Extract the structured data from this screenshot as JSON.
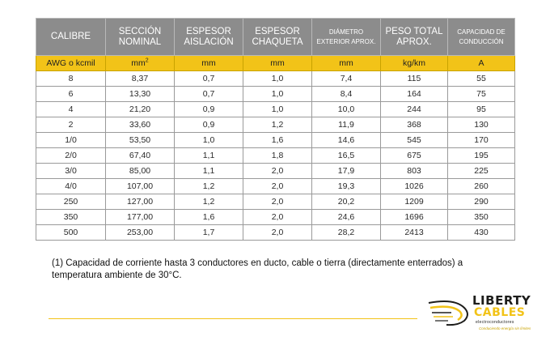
{
  "table": {
    "headers": [
      {
        "label": "CALIBRE",
        "small": false
      },
      {
        "label": "SECCIÓN\nNOMINAL",
        "small": false
      },
      {
        "label": "ESPESOR\nAISLACIÓN",
        "small": false
      },
      {
        "label": "ESPESOR\nCHAQUETA",
        "small": false
      },
      {
        "label": "DIÁMETRO\nEXTERIOR APROX.",
        "small": true
      },
      {
        "label": "PESO TOTAL\nAPROX.",
        "small": false
      },
      {
        "label": "CAPACIDAD DE\nCONDUCCIÓN",
        "small": true
      }
    ],
    "units": {
      "calibre": "AWG o kcmil",
      "seccion_base": "mm",
      "seccion_exp": "2",
      "aislacion": "mm",
      "chaqueta": "mm",
      "diametro": "mm",
      "peso": "kg/km",
      "capacidad": "A"
    },
    "rows": [
      [
        "8",
        "8,37",
        "0,7",
        "1,0",
        "7,4",
        "115",
        "55"
      ],
      [
        "6",
        "13,30",
        "0,7",
        "1,0",
        "8,4",
        "164",
        "75"
      ],
      [
        "4",
        "21,20",
        "0,9",
        "1,0",
        "10,0",
        "244",
        "95"
      ],
      [
        "2",
        "33,60",
        "0,9",
        "1,2",
        "11,9",
        "368",
        "130"
      ],
      [
        "1/0",
        "53,50",
        "1,0",
        "1,6",
        "14,6",
        "545",
        "170"
      ],
      [
        "2/0",
        "67,40",
        "1,1",
        "1,8",
        "16,5",
        "675",
        "195"
      ],
      [
        "3/0",
        "85,00",
        "1,1",
        "2,0",
        "17,9",
        "803",
        "225"
      ],
      [
        "4/0",
        "107,00",
        "1,2",
        "2,0",
        "19,3",
        "1026",
        "260"
      ],
      [
        "250",
        "127,00",
        "1,2",
        "2,0",
        "20,2",
        "1209",
        "290"
      ],
      [
        "350",
        "177,00",
        "1,6",
        "2,0",
        "24,6",
        "1696",
        "350"
      ],
      [
        "500",
        "253,00",
        "1,7",
        "2,0",
        "28,2",
        "2413",
        "430"
      ]
    ]
  },
  "footnote": "(1) Capacidad de corriente hasta 3 conductores en ducto, cable o tierra (directamente enterrados)  a temperatura ambiente de 30°C.",
  "logo": {
    "word1": "LIBERTY",
    "word2": "CABLES",
    "subtitle": "electroconductores",
    "slogan": "Conduciendo energía sin límites",
    "colors": {
      "yellow": "#f2c318",
      "dark": "#1d1d1b"
    }
  },
  "colors": {
    "header_bg": "#8c8c8c",
    "units_bg": "#f2c318",
    "border": "#9a9a9a"
  }
}
